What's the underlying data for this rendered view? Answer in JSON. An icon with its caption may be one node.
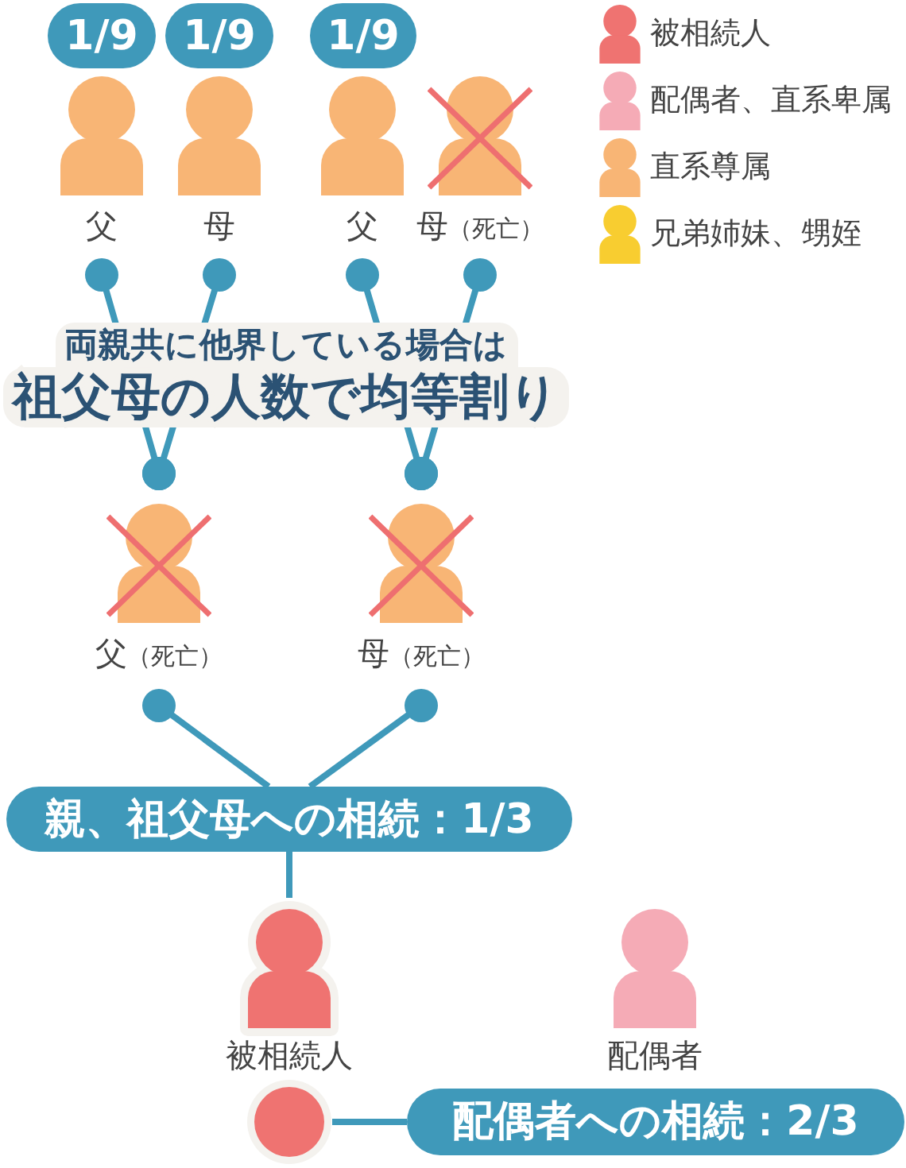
{
  "diagram": {
    "nodes": [
      {
        "text": [
          "1/9"
        ]
      },
      {
        "text": [
          "1/9"
        ]
      },
      {
        "text": [
          "1/9"
        ]
      },
      {
        "text": [
          "父"
        ]
      },
      {
        "text": [
          "母"
        ]
      },
      {
        "text": [
          "父"
        ]
      },
      {
        "text": [
          "母",
          "（死亡）"
        ]
      },
      {
        "text": [
          "父",
          "（死亡）"
        ]
      },
      {
        "text": [
          "母",
          "（死亡）"
        ]
      },
      {
        "text": [
          "親、祖父母への相続：1/3"
        ]
      },
      {
        "text": [
          "被相続人"
        ]
      },
      {
        "text": [
          "配偶者"
        ]
      },
      {
        "text": [],
        "shape": "circle"
      },
      {
        "text": [
          "配偶者への相続：2/3"
        ]
      }
    ],
    "edges": [
      {
        "from": 3,
        "to": 7,
        "arrow": "other"
      },
      {
        "from": 4,
        "to": 7,
        "arrow": "other"
      },
      {
        "from": 5,
        "to": 8,
        "arrow": "other"
      },
      {
        "from": 6,
        "to": 8,
        "arrow": "other"
      },
      {
        "from": 7,
        "to": 9,
        "arrow": "other"
      },
      {
        "from": 8,
        "to": 9,
        "arrow": "other"
      },
      {
        "from": 9,
        "to": 10,
        "arrow": "none"
      },
      {
        "from": 12,
        "to": 13,
        "arrow": "none"
      }
    ],
    "labels": [
      "両親共に他界している場合は",
      "祖父母の人数で均等割り"
    ],
    "legend": [
      {
        "text": "被相続人",
        "color": "#ef7371"
      },
      {
        "text": "配偶者、直系卑属",
        "color": "#f5abb6"
      },
      {
        "text": "直系尊属",
        "color": "#f8b575"
      },
      {
        "text": "兄弟姉妹、甥姪",
        "color": "#f8cd30"
      }
    ]
  }
}
